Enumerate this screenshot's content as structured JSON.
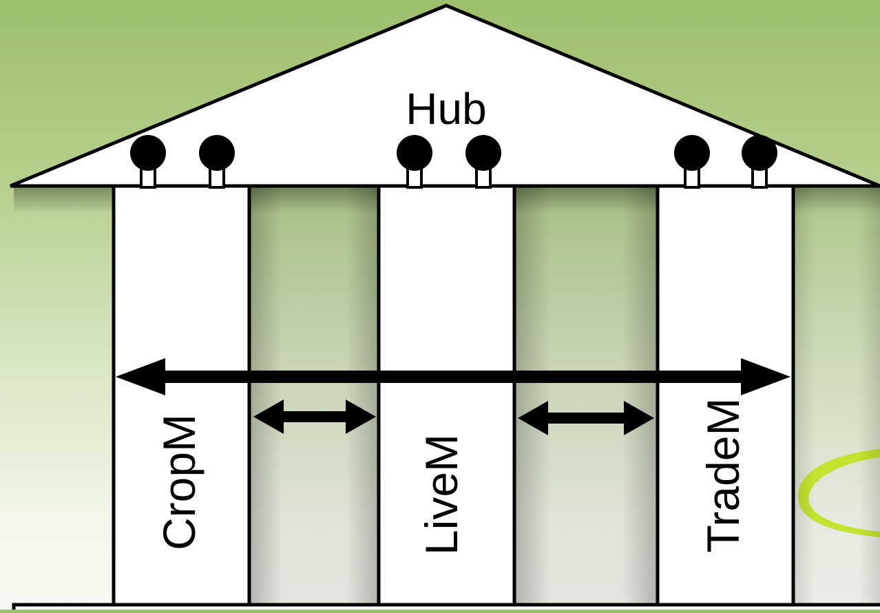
{
  "roof": {
    "label": "Hub"
  },
  "pillars": [
    {
      "label": "CropM"
    },
    {
      "label": "LiveM"
    },
    {
      "label": "TradeM"
    }
  ],
  "colors": {
    "background_top": "#9dbf6b",
    "background_bottom": "#f7f9f2",
    "structure_fill": "#ffffff",
    "stroke": "#000000",
    "accent_swoosh": "#c6f01e"
  }
}
